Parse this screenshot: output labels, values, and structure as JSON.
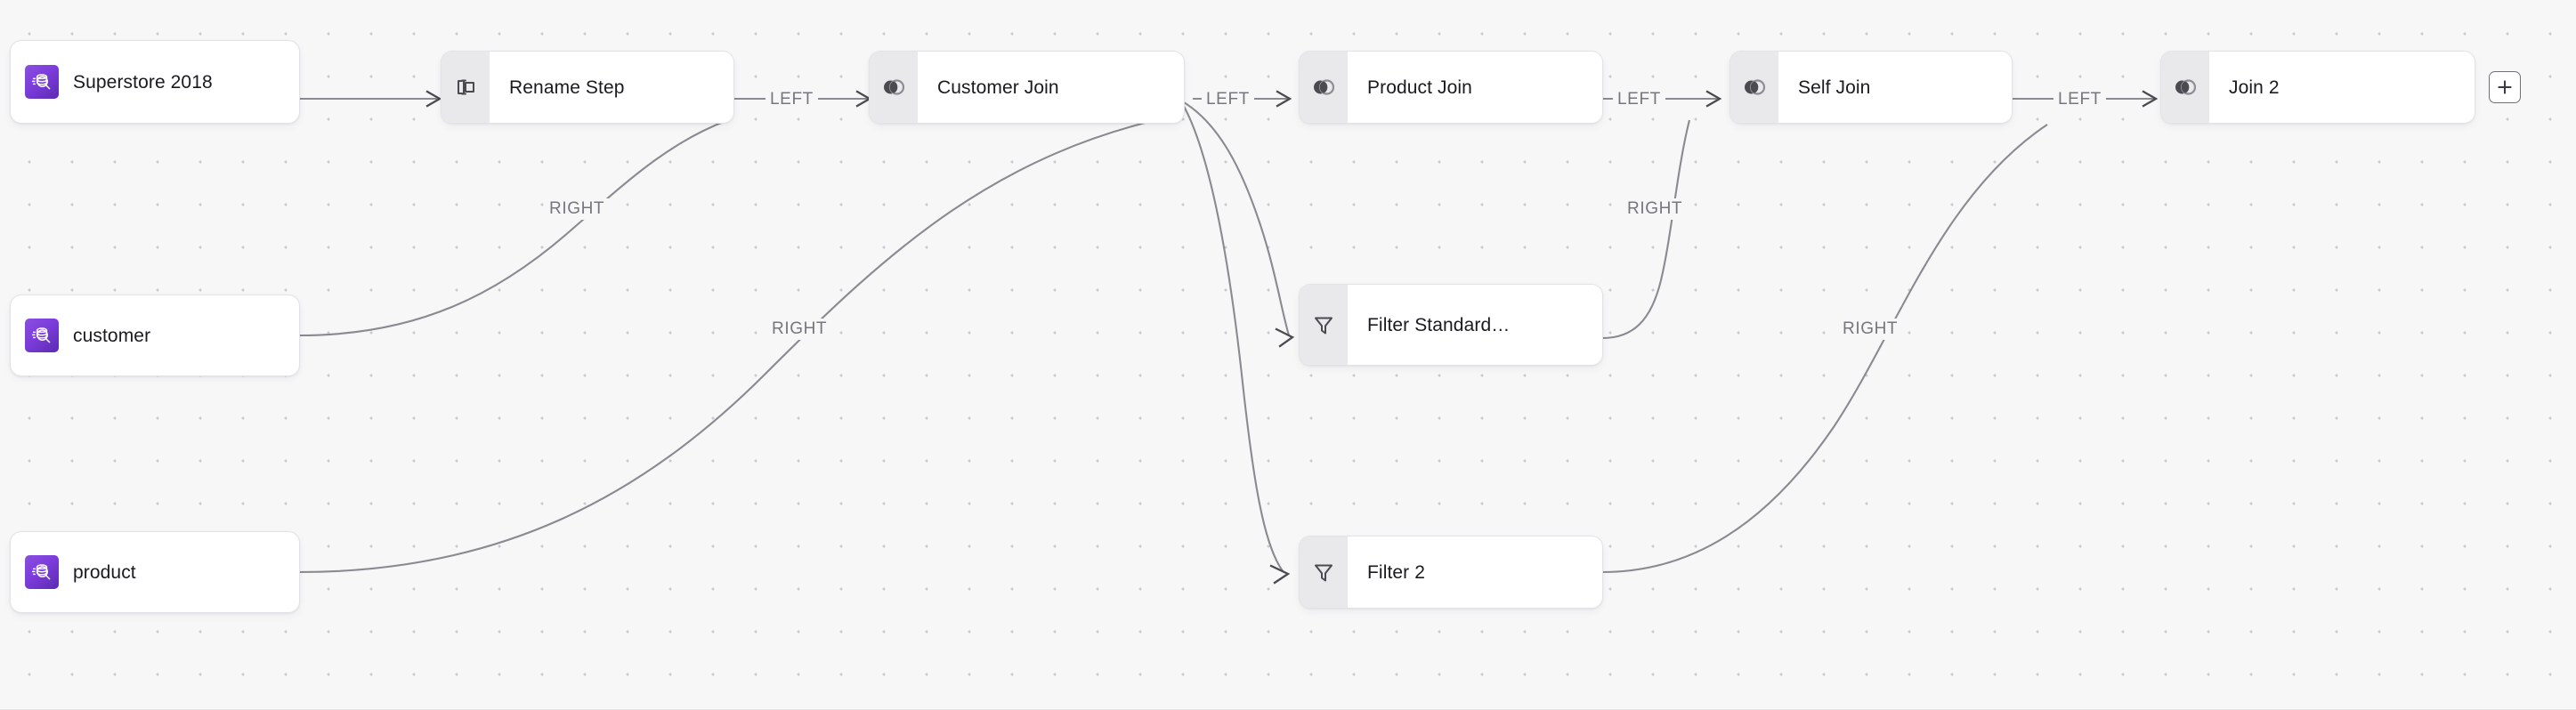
{
  "canvas": {
    "background_color": "#f7f7f8",
    "grid_dot_color": "#c9c9cf",
    "accent_color": "#7c3cdb",
    "edge_color": "#8a8a90",
    "node_icon_pane_color": "#e9e9ec"
  },
  "nodes": [
    {
      "id": "superstore_2018",
      "label": "Superstore 2018",
      "type": "source",
      "icon": "database-search-icon"
    },
    {
      "id": "customer",
      "label": "customer",
      "type": "source",
      "icon": "database-search-icon"
    },
    {
      "id": "product",
      "label": "product",
      "type": "source",
      "icon": "database-search-icon"
    },
    {
      "id": "rename_step",
      "label": "Rename Step",
      "type": "clean",
      "icon": "rename-step-icon"
    },
    {
      "id": "customer_join",
      "label": "Customer Join",
      "type": "join",
      "icon": "join-icon"
    },
    {
      "id": "product_join",
      "label": "Product Join",
      "type": "join",
      "icon": "join-icon"
    },
    {
      "id": "self_join",
      "label": "Self Join",
      "type": "join",
      "icon": "join-icon"
    },
    {
      "id": "join_2",
      "label": "Join 2",
      "type": "join",
      "icon": "join-icon"
    },
    {
      "id": "filter_standard",
      "label": "Filter Standard…",
      "type": "filter",
      "icon": "filter-funnel-icon"
    },
    {
      "id": "filter_2",
      "label": "Filter 2",
      "type": "filter",
      "icon": "filter-funnel-icon"
    }
  ],
  "edges": [
    {
      "from": "superstore_2018",
      "to": "rename_step",
      "label": ""
    },
    {
      "from": "rename_step",
      "to": "customer_join",
      "label": "LEFT"
    },
    {
      "from": "customer",
      "to": "customer_join",
      "label": "RIGHT"
    },
    {
      "from": "customer_join",
      "to": "product_join",
      "label": "LEFT"
    },
    {
      "from": "product",
      "to": "product_join",
      "label": "RIGHT"
    },
    {
      "from": "customer_join",
      "to": "filter_standard",
      "label": ""
    },
    {
      "from": "customer_join",
      "to": "filter_2",
      "label": ""
    },
    {
      "from": "product_join",
      "to": "self_join",
      "label": "LEFT"
    },
    {
      "from": "filter_standard",
      "to": "self_join",
      "label": "RIGHT"
    },
    {
      "from": "self_join",
      "to": "join_2",
      "label": "LEFT"
    },
    {
      "from": "filter_2",
      "to": "join_2",
      "label": "RIGHT"
    }
  ],
  "edge_labels": {
    "left": "LEFT",
    "right": "RIGHT"
  },
  "toolbar": {
    "add_step_label": "+",
    "add_step_icon": "plus-icon"
  }
}
